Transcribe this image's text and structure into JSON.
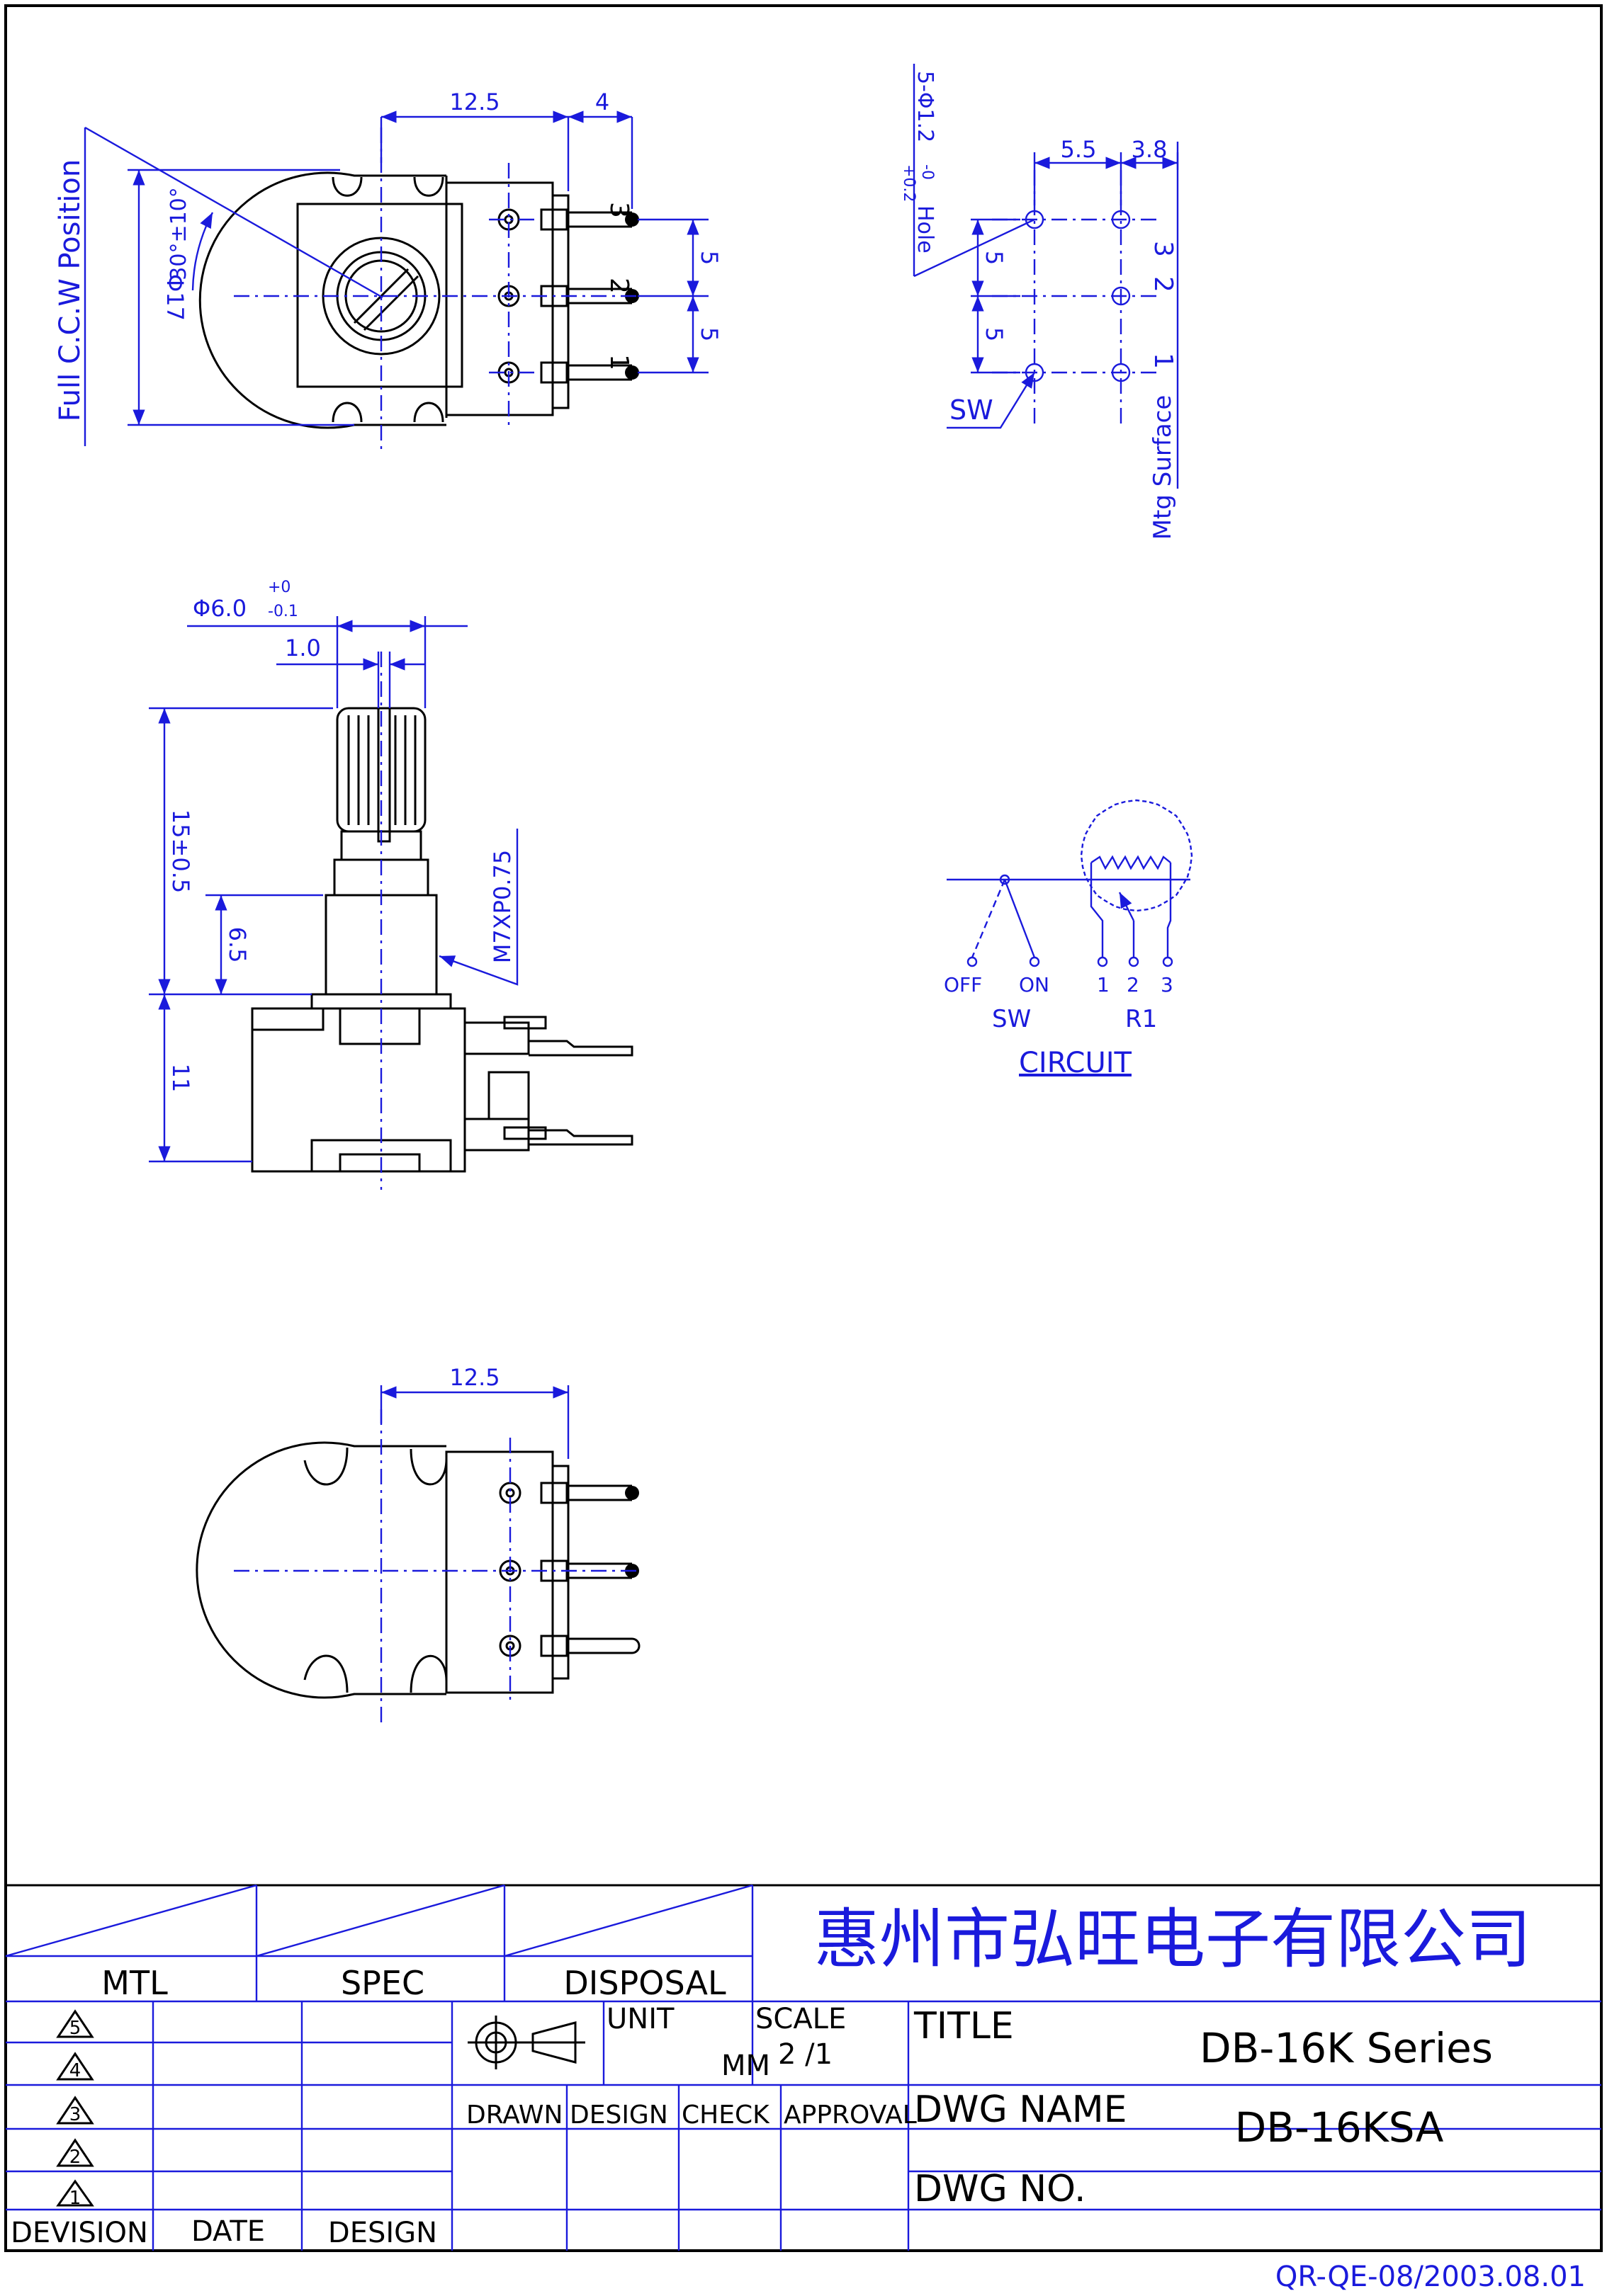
{
  "colors": {
    "line": "#000000",
    "dimension": "#1a1adc",
    "background": "#ffffff"
  },
  "top_view": {
    "dim_body": "12.5",
    "dim_pin": "4",
    "dim_pitch_1": "5",
    "dim_pitch_2": "5",
    "dim_diameter": "Φ17",
    "angle": "30°±10°",
    "rotation_label": "Full C.C.W Position",
    "pins": [
      "1",
      "2",
      "3"
    ]
  },
  "pcb_layout": {
    "hole_label": "5-Φ1.2",
    "hole_tol_plus": "+0.2",
    "hole_tol_minus": "-0",
    "hole_word": "Hole",
    "dim_x1": "5.5",
    "dim_x2": "3.8",
    "dim_y1": "5",
    "dim_y2": "5",
    "sw_label": "SW",
    "mount_label": "Mtg Surface",
    "pins": [
      "1",
      "2",
      "3"
    ]
  },
  "side_view": {
    "shaft_dia": "Φ6.0",
    "shaft_tol_plus": "+0",
    "shaft_tol_minus": "-0.1",
    "slot_width": "1.0",
    "shaft_length": "15±0.5",
    "thread_length": "6.5",
    "body_height": "11",
    "thread": "M7XP0.75"
  },
  "circuit": {
    "off": "OFF",
    "on": "ON",
    "sw": "SW",
    "r1": "R1",
    "pins": [
      "1",
      "2",
      "3"
    ],
    "title": "CIRCUIT"
  },
  "bottom_view": {
    "dim_body": "12.5"
  },
  "title_block": {
    "mtl": "MTL",
    "spec": "SPEC",
    "disposal": "DISPOSAL",
    "company": "惠州市弘旺电子有限公司",
    "revisions": [
      "5",
      "4",
      "3",
      "2",
      "1"
    ],
    "division": "DEVISION",
    "date": "DATE",
    "design": "DESIGN",
    "unit_label": "UNIT",
    "unit_value": "MM",
    "scale_label": "SCALE",
    "scale_value": "2 /1",
    "drawn": "DRAWN",
    "design2": "DESIGN",
    "check": "CHECK",
    "approval": "APPROVAL",
    "title_label": "TITLE",
    "title_value": "DB-16K  Series",
    "dwg_name_label": "DWG NAME",
    "dwg_name_value": "DB-16KSA",
    "dwg_no_label": "DWG NO.",
    "dwg_no_value": ""
  },
  "footer": "QR-QE-08/2003.08.01"
}
